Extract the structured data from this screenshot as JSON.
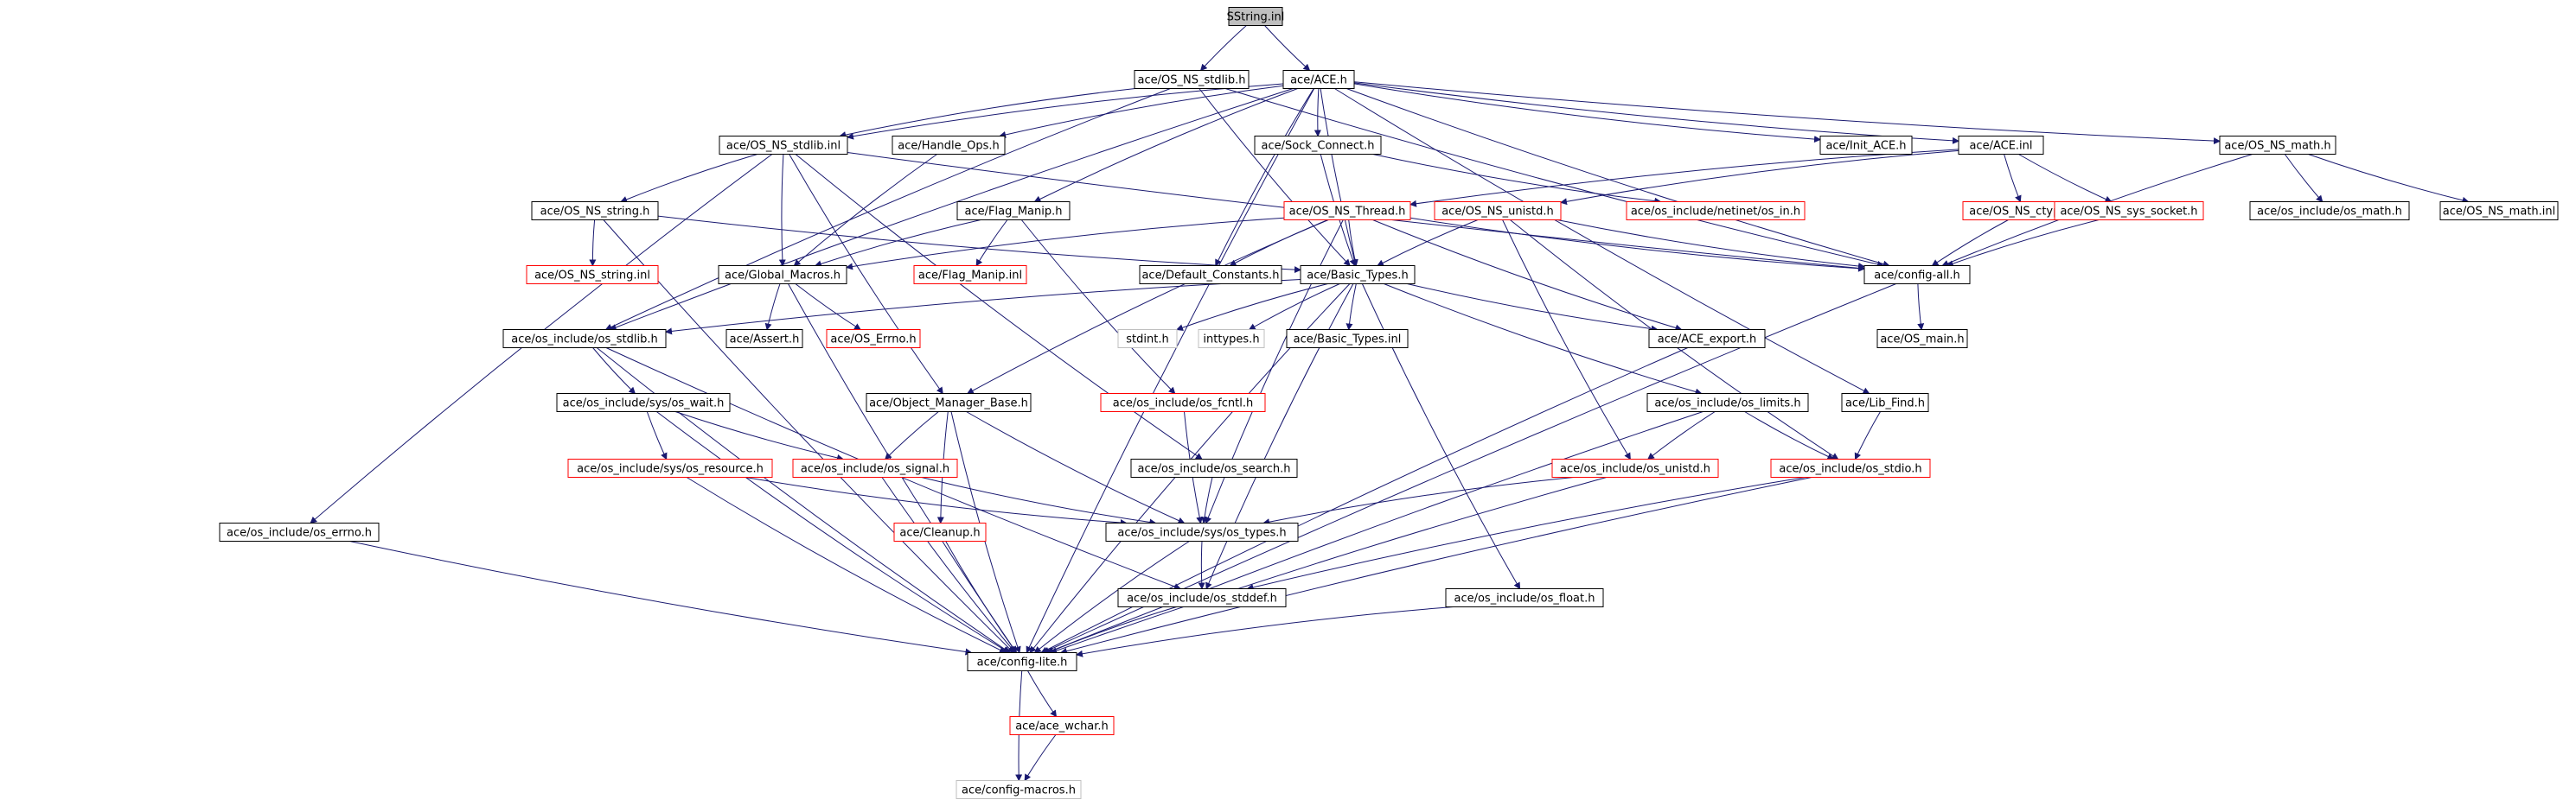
{
  "colors": {
    "edge": "#191970",
    "box_normal": "#000000",
    "box_incomplete": "#ff0000",
    "box_external": "#bfbfbf",
    "root_fill": "#bfbfbf",
    "text": "#000000"
  },
  "nodes": [
    {
      "id": "sstring_inl",
      "label": "SString.inl",
      "kind": "root"
    },
    {
      "id": "os_ns_stdlib_h",
      "label": "ace/OS_NS_stdlib.h",
      "kind": "normal"
    },
    {
      "id": "ace_h",
      "label": "ace/ACE.h",
      "kind": "normal"
    },
    {
      "id": "os_ns_stdlib_inl",
      "label": "ace/OS_NS_stdlib.inl",
      "kind": "normal"
    },
    {
      "id": "handle_ops_h",
      "label": "ace/Handle_Ops.h",
      "kind": "normal"
    },
    {
      "id": "sock_connect_h",
      "label": "ace/Sock_Connect.h",
      "kind": "normal"
    },
    {
      "id": "init_ace_h",
      "label": "ace/Init_ACE.h",
      "kind": "normal"
    },
    {
      "id": "ace_inl",
      "label": "ace/ACE.inl",
      "kind": "normal"
    },
    {
      "id": "os_ns_math_h",
      "label": "ace/OS_NS_math.h",
      "kind": "normal"
    },
    {
      "id": "os_ns_string_h",
      "label": "ace/OS_NS_string.h",
      "kind": "normal"
    },
    {
      "id": "flag_manip_h",
      "label": "ace/Flag_Manip.h",
      "kind": "normal"
    },
    {
      "id": "os_ns_thread_h",
      "label": "ace/OS_NS_Thread.h",
      "kind": "incomplete"
    },
    {
      "id": "os_ns_unistd_h",
      "label": "ace/OS_NS_unistd.h",
      "kind": "incomplete"
    },
    {
      "id": "netinet_os_in_h",
      "label": "ace/os_include/netinet/os_in.h",
      "kind": "incomplete"
    },
    {
      "id": "os_ns_ctype_h",
      "label": "ace/OS_NS_ctype.h",
      "kind": "incomplete"
    },
    {
      "id": "os_ns_sys_socket_h",
      "label": "ace/OS_NS_sys_socket.h",
      "kind": "incomplete"
    },
    {
      "id": "os_include_os_math_h",
      "label": "ace/os_include/os_math.h",
      "kind": "normal"
    },
    {
      "id": "os_ns_math_inl",
      "label": "ace/OS_NS_math.inl",
      "kind": "normal"
    },
    {
      "id": "os_ns_string_inl",
      "label": "ace/OS_NS_string.inl",
      "kind": "incomplete"
    },
    {
      "id": "global_macros_h",
      "label": "ace/Global_Macros.h",
      "kind": "normal"
    },
    {
      "id": "flag_manip_inl",
      "label": "ace/Flag_Manip.inl",
      "kind": "incomplete"
    },
    {
      "id": "default_constants_h",
      "label": "ace/Default_Constants.h",
      "kind": "normal"
    },
    {
      "id": "basic_types_h",
      "label": "ace/Basic_Types.h",
      "kind": "normal"
    },
    {
      "id": "config_all_h",
      "label": "ace/config-all.h",
      "kind": "normal"
    },
    {
      "id": "os_include_os_stdlib_h",
      "label": "ace/os_include/os_stdlib.h",
      "kind": "normal"
    },
    {
      "id": "assert_h",
      "label": "ace/Assert.h",
      "kind": "normal"
    },
    {
      "id": "os_errno_h_ace",
      "label": "ace/OS_Errno.h",
      "kind": "incomplete"
    },
    {
      "id": "stdint_h",
      "label": "stdint.h",
      "kind": "external"
    },
    {
      "id": "inttypes_h",
      "label": "inttypes.h",
      "kind": "external"
    },
    {
      "id": "basic_types_inl",
      "label": "ace/Basic_Types.inl",
      "kind": "normal"
    },
    {
      "id": "ace_export_h",
      "label": "ace/ACE_export.h",
      "kind": "normal"
    },
    {
      "id": "os_main_h",
      "label": "ace/OS_main.h",
      "kind": "normal"
    },
    {
      "id": "sys_os_wait_h",
      "label": "ace/os_include/sys/os_wait.h",
      "kind": "normal"
    },
    {
      "id": "object_manager_base_h",
      "label": "ace/Object_Manager_Base.h",
      "kind": "normal"
    },
    {
      "id": "os_include_os_fcntl_h",
      "label": "ace/os_include/os_fcntl.h",
      "kind": "incomplete"
    },
    {
      "id": "os_include_os_limits_h",
      "label": "ace/os_include/os_limits.h",
      "kind": "normal"
    },
    {
      "id": "lib_find_h",
      "label": "ace/Lib_Find.h",
      "kind": "normal"
    },
    {
      "id": "sys_os_resource_h",
      "label": "ace/os_include/sys/os_resource.h",
      "kind": "incomplete"
    },
    {
      "id": "os_include_os_signal_h",
      "label": "ace/os_include/os_signal.h",
      "kind": "incomplete"
    },
    {
      "id": "os_include_os_search_h",
      "label": "ace/os_include/os_search.h",
      "kind": "normal"
    },
    {
      "id": "os_include_os_unistd_h",
      "label": "ace/os_include/os_unistd.h",
      "kind": "incomplete"
    },
    {
      "id": "os_include_os_stdio_h",
      "label": "ace/os_include/os_stdio.h",
      "kind": "incomplete"
    },
    {
      "id": "os_include_os_errno_h",
      "label": "ace/os_include/os_errno.h",
      "kind": "normal"
    },
    {
      "id": "cleanup_h",
      "label": "ace/Cleanup.h",
      "kind": "incomplete"
    },
    {
      "id": "sys_os_types_h",
      "label": "ace/os_include/sys/os_types.h",
      "kind": "normal"
    },
    {
      "id": "os_include_os_stddef_h",
      "label": "ace/os_include/os_stddef.h",
      "kind": "normal"
    },
    {
      "id": "os_include_os_float_h",
      "label": "ace/os_include/os_float.h",
      "kind": "normal"
    },
    {
      "id": "config_lite_h",
      "label": "ace/config-lite.h",
      "kind": "normal"
    },
    {
      "id": "ace_wchar_h",
      "label": "ace/ace_wchar.h",
      "kind": "incomplete"
    },
    {
      "id": "config_macros_h",
      "label": "ace/config-macros.h",
      "kind": "external"
    }
  ],
  "edges": [
    [
      "sstring_inl",
      "os_ns_stdlib_h"
    ],
    [
      "sstring_inl",
      "ace_h"
    ],
    [
      "os_ns_stdlib_h",
      "os_ns_stdlib_inl"
    ],
    [
      "os_ns_stdlib_h",
      "os_include_os_stdlib_h"
    ],
    [
      "os_ns_stdlib_h",
      "basic_types_h"
    ],
    [
      "os_ns_stdlib_h",
      "config_all_h"
    ],
    [
      "ace_h",
      "config_lite_h"
    ],
    [
      "ace_h",
      "os_ns_stdlib_inl"
    ],
    [
      "ace_h",
      "handle_ops_h"
    ],
    [
      "ace_h",
      "sock_connect_h"
    ],
    [
      "ace_h",
      "init_ace_h"
    ],
    [
      "ace_h",
      "ace_inl"
    ],
    [
      "ace_h",
      "os_ns_math_h"
    ],
    [
      "ace_h",
      "flag_manip_h"
    ],
    [
      "ace_h",
      "default_constants_h"
    ],
    [
      "ace_h",
      "basic_types_h"
    ],
    [
      "ace_h",
      "config_all_h"
    ],
    [
      "ace_h",
      "lib_find_h"
    ],
    [
      "ace_h",
      "os_include_os_stdlib_h"
    ],
    [
      "os_ns_stdlib_inl",
      "os_ns_string_h"
    ],
    [
      "os_ns_stdlib_inl",
      "global_macros_h"
    ],
    [
      "os_ns_stdlib_inl",
      "os_include_os_errno_h"
    ],
    [
      "os_ns_stdlib_inl",
      "object_manager_base_h"
    ],
    [
      "os_ns_stdlib_inl",
      "os_include_os_search_h"
    ],
    [
      "os_ns_stdlib_inl",
      "config_all_h"
    ],
    [
      "handle_ops_h",
      "global_macros_h"
    ],
    [
      "sock_connect_h",
      "basic_types_h"
    ],
    [
      "sock_connect_h",
      "netinet_os_in_h"
    ],
    [
      "ace_inl",
      "os_ns_thread_h"
    ],
    [
      "ace_inl",
      "os_ns_unistd_h"
    ],
    [
      "ace_inl",
      "os_ns_ctype_h"
    ],
    [
      "ace_inl",
      "os_ns_sys_socket_h"
    ],
    [
      "os_ns_math_h",
      "os_include_os_math_h"
    ],
    [
      "os_ns_math_h",
      "os_ns_math_inl"
    ],
    [
      "os_ns_math_h",
      "config_all_h"
    ],
    [
      "os_ns_string_h",
      "os_ns_string_inl"
    ],
    [
      "os_ns_string_h",
      "basic_types_h"
    ],
    [
      "os_ns_string_h",
      "config_lite_h"
    ],
    [
      "flag_manip_h",
      "global_macros_h"
    ],
    [
      "flag_manip_h",
      "flag_manip_inl"
    ],
    [
      "flag_manip_h",
      "os_include_os_fcntl_h"
    ],
    [
      "os_ns_thread_h",
      "global_macros_h"
    ],
    [
      "os_ns_thread_h",
      "default_constants_h"
    ],
    [
      "os_ns_thread_h",
      "basic_types_h"
    ],
    [
      "os_ns_thread_h",
      "config_all_h"
    ],
    [
      "os_ns_thread_h",
      "ace_export_h"
    ],
    [
      "os_ns_thread_h",
      "object_manager_base_h"
    ],
    [
      "os_ns_thread_h",
      "sys_os_types_h"
    ],
    [
      "os_ns_unistd_h",
      "basic_types_h"
    ],
    [
      "os_ns_unistd_h",
      "config_all_h"
    ],
    [
      "os_ns_unistd_h",
      "os_include_os_unistd_h"
    ],
    [
      "os_ns_unistd_h",
      "os_include_os_stdio_h"
    ],
    [
      "os_ns_ctype_h",
      "config_all_h"
    ],
    [
      "os_ns_sys_socket_h",
      "config_all_h"
    ],
    [
      "global_macros_h",
      "config_lite_h"
    ],
    [
      "global_macros_h",
      "assert_h"
    ],
    [
      "global_macros_h",
      "os_errno_h_ace"
    ],
    [
      "basic_types_h",
      "os_include_os_stdlib_h"
    ],
    [
      "basic_types_h",
      "stdint_h"
    ],
    [
      "basic_types_h",
      "inttypes_h"
    ],
    [
      "basic_types_h",
      "basic_types_inl"
    ],
    [
      "basic_types_h",
      "ace_export_h"
    ],
    [
      "basic_types_h",
      "os_include_os_limits_h"
    ],
    [
      "basic_types_h",
      "os_include_os_float_h"
    ],
    [
      "basic_types_h",
      "config_lite_h"
    ],
    [
      "basic_types_h",
      "os_include_os_stddef_h"
    ],
    [
      "config_all_h",
      "os_main_h"
    ],
    [
      "config_all_h",
      "config_lite_h"
    ],
    [
      "os_include_os_stdlib_h",
      "sys_os_wait_h"
    ],
    [
      "os_include_os_stdlib_h",
      "config_lite_h"
    ],
    [
      "os_include_os_stdlib_h",
      "os_include_os_stddef_h"
    ],
    [
      "ace_export_h",
      "config_lite_h"
    ],
    [
      "sys_os_wait_h",
      "sys_os_resource_h"
    ],
    [
      "sys_os_wait_h",
      "os_include_os_signal_h"
    ],
    [
      "sys_os_wait_h",
      "config_lite_h"
    ],
    [
      "object_manager_base_h",
      "os_include_os_signal_h"
    ],
    [
      "object_manager_base_h",
      "cleanup_h"
    ],
    [
      "object_manager_base_h",
      "sys_os_types_h"
    ],
    [
      "object_manager_base_h",
      "config_lite_h"
    ],
    [
      "os_include_os_fcntl_h",
      "sys_os_types_h"
    ],
    [
      "os_include_os_limits_h",
      "os_include_os_unistd_h"
    ],
    [
      "os_include_os_limits_h",
      "os_include_os_stdio_h"
    ],
    [
      "os_include_os_limits_h",
      "config_lite_h"
    ],
    [
      "lib_find_h",
      "os_include_os_stdio_h"
    ],
    [
      "sys_os_resource_h",
      "sys_os_types_h"
    ],
    [
      "sys_os_resource_h",
      "config_lite_h"
    ],
    [
      "os_include_os_signal_h",
      "sys_os_types_h"
    ],
    [
      "os_include_os_signal_h",
      "config_lite_h"
    ],
    [
      "os_include_os_search_h",
      "sys_os_types_h"
    ],
    [
      "os_include_os_unistd_h",
      "sys_os_types_h"
    ],
    [
      "os_include_os_unistd_h",
      "config_lite_h"
    ],
    [
      "os_include_os_stdio_h",
      "os_include_os_stddef_h"
    ],
    [
      "os_include_os_stdio_h",
      "config_lite_h"
    ],
    [
      "os_include_os_errno_h",
      "config_lite_h"
    ],
    [
      "cleanup_h",
      "config_lite_h"
    ],
    [
      "sys_os_types_h",
      "os_include_os_stddef_h"
    ],
    [
      "sys_os_types_h",
      "config_lite_h"
    ],
    [
      "os_include_os_stddef_h",
      "config_lite_h"
    ],
    [
      "os_include_os_float_h",
      "config_lite_h"
    ],
    [
      "config_lite_h",
      "ace_wchar_h"
    ],
    [
      "config_lite_h",
      "config_macros_h"
    ],
    [
      "ace_wchar_h",
      "config_macros_h"
    ]
  ]
}
